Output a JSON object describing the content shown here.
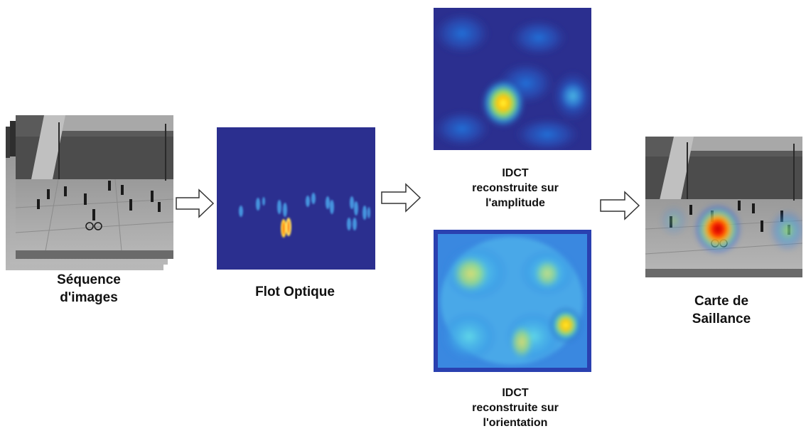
{
  "labels": {
    "sequence": [
      "Séquence",
      "d'images"
    ],
    "flow": [
      "Flot Optique"
    ],
    "idct_amplitude": [
      "IDCT",
      "reconstruite sur",
      "l'amplitude"
    ],
    "idct_orientation": [
      "IDCT",
      "reconstruite sur",
      "l'orientation"
    ],
    "saliency": [
      "Carte de",
      "Saillance"
    ]
  },
  "colors": {
    "jet_background": "#2b2f8f",
    "hot_center": "#ffe000",
    "arrow_stroke": "#333333"
  },
  "icons": [
    "frame-stack-image",
    "arrow-right-icon",
    "heatmap-image"
  ]
}
